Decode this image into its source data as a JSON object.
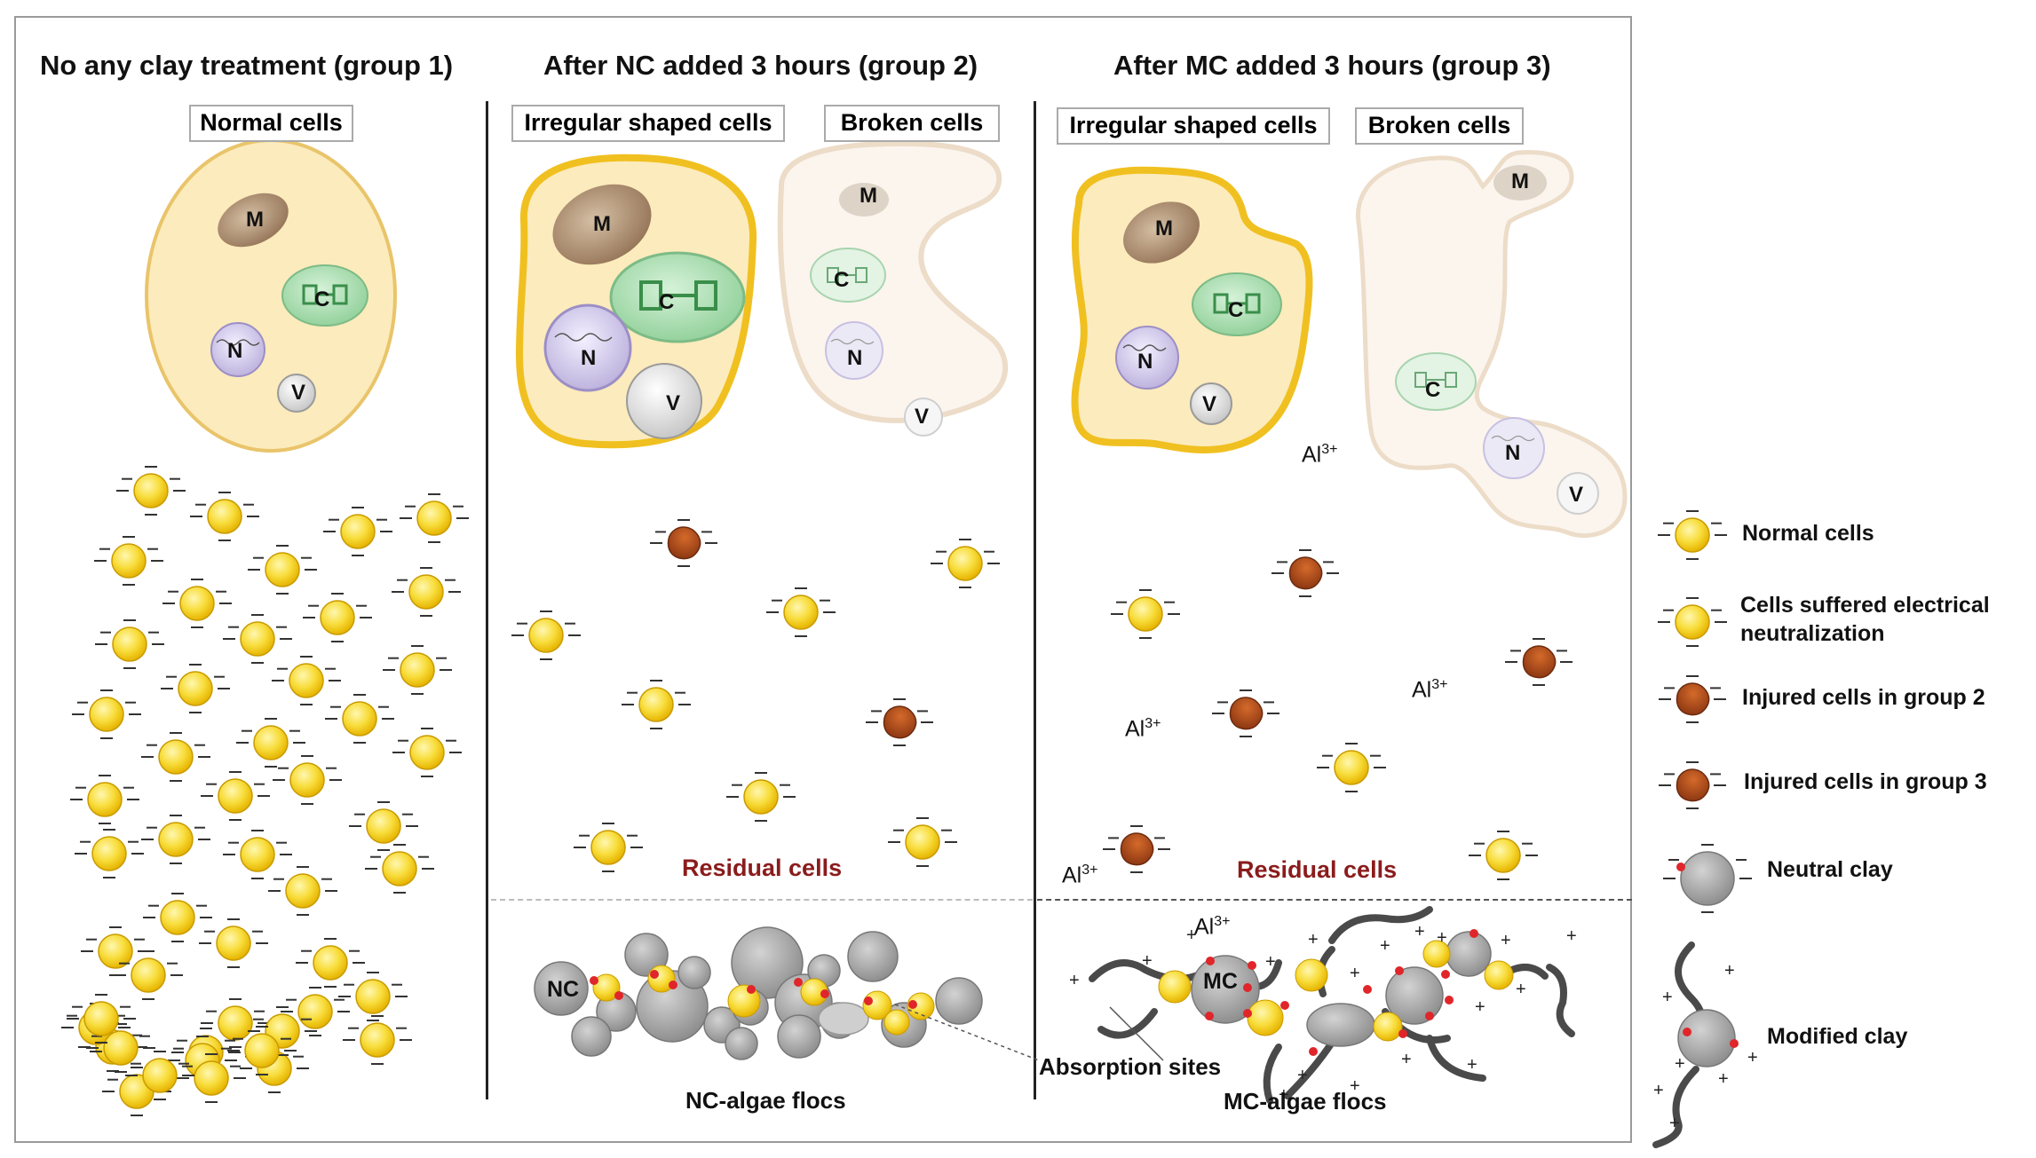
{
  "panels": {
    "group1": {
      "title": "No any clay treatment (group 1)",
      "box": "Normal cells"
    },
    "group2": {
      "title": "After NC added 3 hours (group 2)",
      "box_left": "Irregular shaped cells",
      "box_right": "Broken cells",
      "residual": "Residual cells",
      "flocs": "NC-algae flocs",
      "clay_label": "NC"
    },
    "group3": {
      "title": "After MC added 3 hours (group 3)",
      "box_left": "Irregular shaped cells",
      "box_right": "Broken cells",
      "residual": "Residual cells",
      "flocs": "MC-algae flocs",
      "clay_label": "MC"
    }
  },
  "organelles": {
    "mito": "M",
    "chloro": "C",
    "nucleus": "N",
    "vacuole": "V"
  },
  "ion_base": "Al",
  "ion_sup": "3+",
  "absorption_label": "Absorption sites",
  "legend": [
    {
      "label": "Normal cells"
    },
    {
      "label_line1": "Cells suffered electrical",
      "label_line2": "neutralization"
    },
    {
      "label": "Injured cells in group 2"
    },
    {
      "label": "Injured cells in group 3"
    },
    {
      "label": "Neutral clay"
    },
    {
      "label": "Modified clay"
    }
  ],
  "colors": {
    "cell_fill": "#f6d431",
    "cell_yellow_membrane": "#f2c51e",
    "cell_body": "#fdeec2",
    "injured": "#a7471a",
    "clay": "#a6a6a6",
    "residual_text": "#8b1c1c",
    "absorption_dot": "#e0262a"
  }
}
